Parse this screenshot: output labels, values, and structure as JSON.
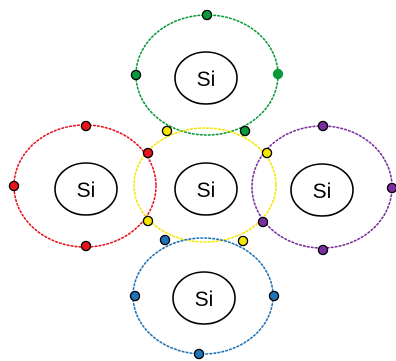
{
  "atoms": [
    {
      "id": "top",
      "label": "Si",
      "color": "#0a9a3a"
    },
    {
      "id": "left",
      "label": "Si",
      "color": "#e8141c"
    },
    {
      "id": "center",
      "label": "Si",
      "color": "#f5e600"
    },
    {
      "id": "right",
      "label": "Si",
      "color": "#7b2f9e"
    },
    {
      "id": "bottom",
      "label": "Si",
      "color": "#1f73b7"
    }
  ],
  "legend": null
}
